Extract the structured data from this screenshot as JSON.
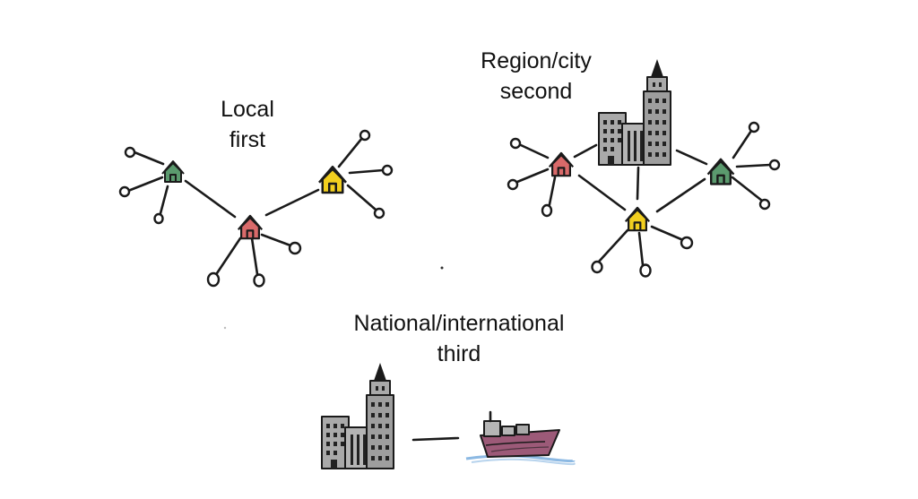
{
  "labels": {
    "local_line1": "Local",
    "local_line2": "first",
    "region_line1": "Region/city",
    "region_line2": "second",
    "national_line1": "National/international",
    "national_line2": "third"
  },
  "colors": {
    "house_green": "#5b9a6e",
    "house_red": "#d96a6a",
    "house_yellow": "#f2cf1f",
    "building_gray": "#a9a9a9",
    "ship_hull": "#9c5a78",
    "water": "#6fa8dc"
  },
  "icons": [
    "house-icon",
    "city-buildings-icon",
    "cargo-ship-icon"
  ]
}
